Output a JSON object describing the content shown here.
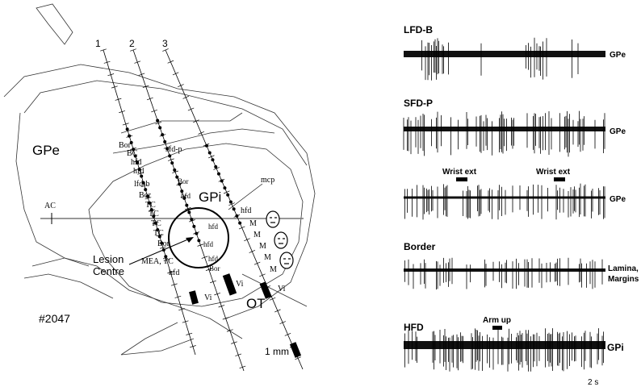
{
  "diagram": {
    "track_numbers": [
      "1",
      "2",
      "3"
    ],
    "regions": {
      "gpe": "GPe",
      "gpi": "GPi",
      "ot": "OT",
      "ac": "AC"
    },
    "case_id": "#2047",
    "lesion_label_line1": "Lesion",
    "lesion_label_line2": "Centre",
    "scale_bar": "1 mm",
    "track1_labels": [
      "Bor",
      "BC",
      "hfd",
      "hfd",
      "lfd-b",
      "Bor",
      "TC",
      "TC",
      "TC",
      "TC",
      "Bor",
      "MEA, TC",
      "hfd",
      "Vi"
    ],
    "track2_labels": [
      "sfd-p",
      "Bor",
      "hfd",
      "hfd",
      "hfd",
      "hfd",
      "Bor",
      "Vi"
    ],
    "track3_labels": [
      "mcp",
      "hfd",
      "M",
      "M",
      "M",
      "M",
      "M",
      "Vi"
    ]
  },
  "recordings": [
    {
      "title": "LFD-B",
      "side_label": "GPe",
      "event": ""
    },
    {
      "title": "SFD-P",
      "side_label": "GPe",
      "event": ""
    },
    {
      "title": "",
      "side_label": "GPe",
      "event": "Wrist ext",
      "event2": "Wrist ext"
    },
    {
      "title": "Border",
      "side_label": "Lamina,",
      "side_label2": "Margins",
      "event": ""
    },
    {
      "title": "HFD",
      "side_label": "GPi",
      "event": "Arm up"
    }
  ],
  "time_scale": "2 s"
}
